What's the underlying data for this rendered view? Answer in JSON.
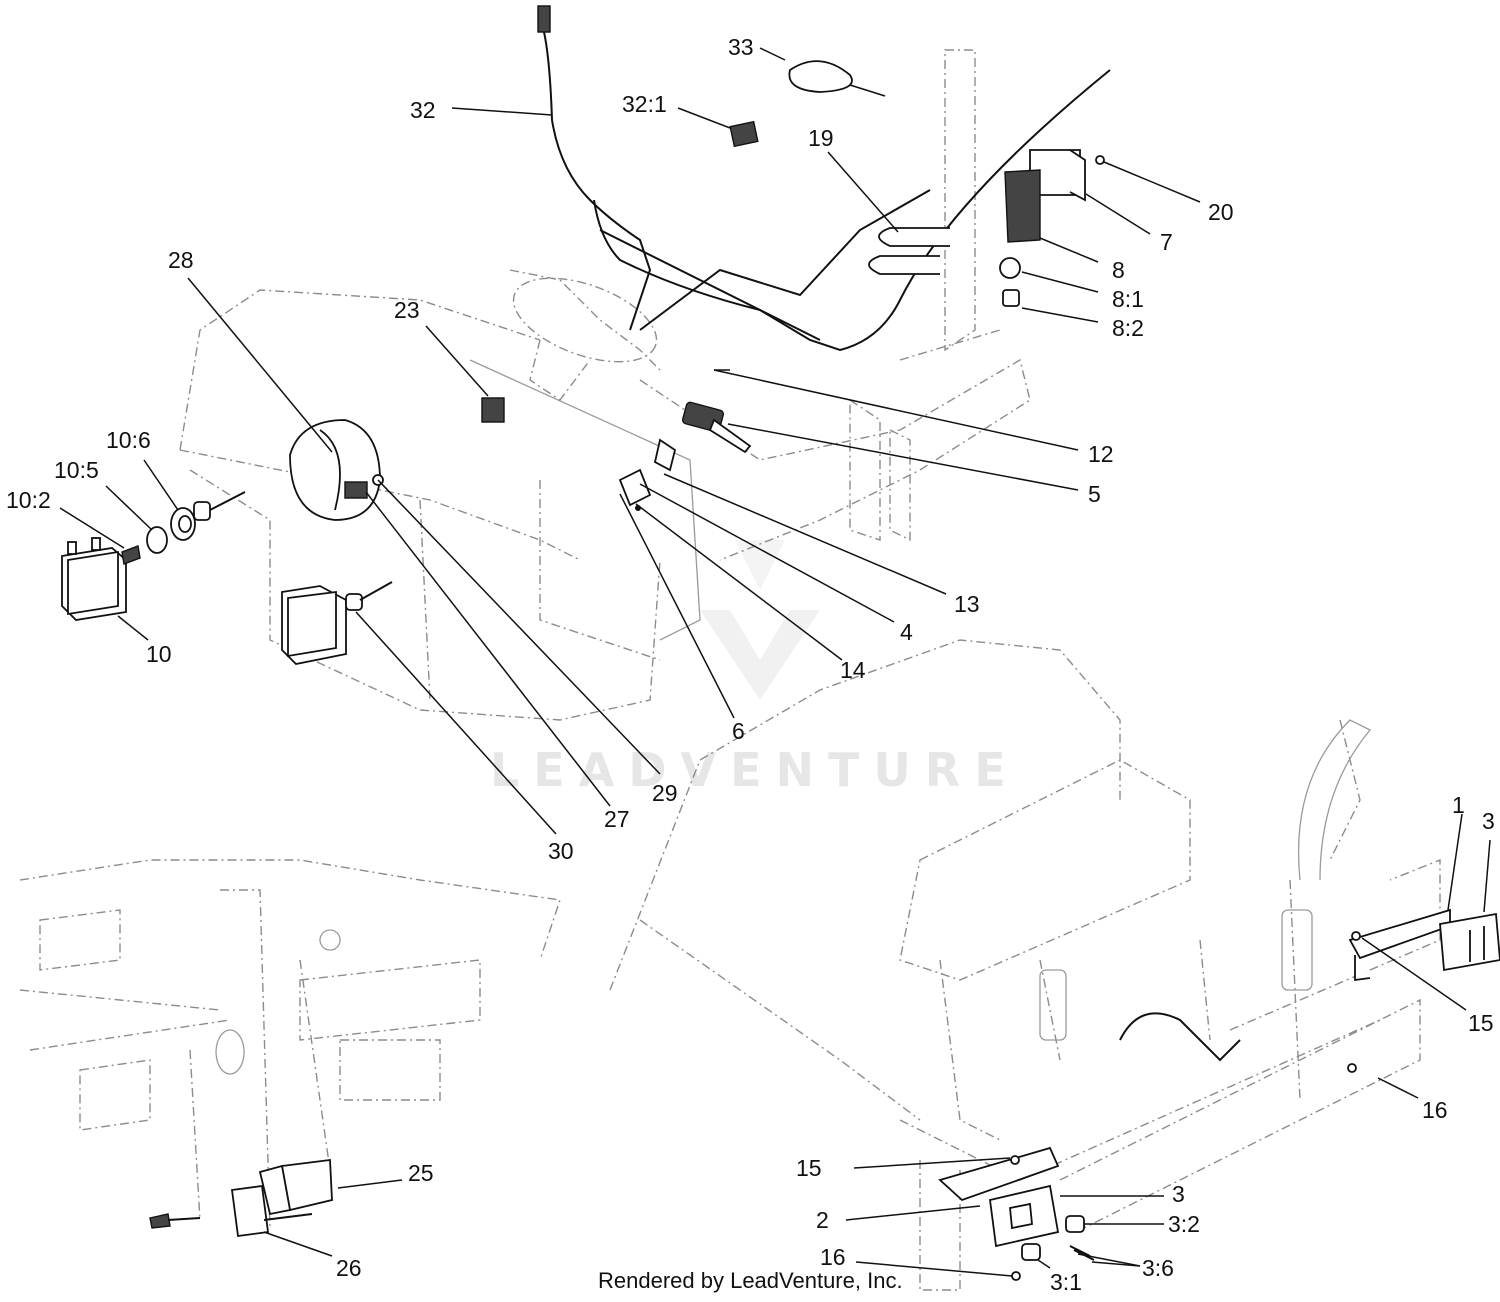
{
  "watermark": "LEADVENTURE",
  "footer": "Rendered by LeadVenture, Inc.",
  "callouts": {
    "c32": "32",
    "c33": "33",
    "c32_1": "32:1",
    "c19": "19",
    "c20": "20",
    "c7": "7",
    "c8": "8",
    "c8_1": "8:1",
    "c8_2": "8:2",
    "c28": "28",
    "c23": "23",
    "c12": "12",
    "c5": "5",
    "c10_6": "10:6",
    "c10_5": "10:5",
    "c10_2": "10:2",
    "c10": "10",
    "c13": "13",
    "c4": "4",
    "c14": "14",
    "c6": "6",
    "c29": "29",
    "c27": "27",
    "c30": "30",
    "c1": "1",
    "c3a": "3",
    "c15a": "15",
    "c16a": "16",
    "c25": "25",
    "c26": "26",
    "c15b": "15",
    "c3b": "3",
    "c2": "2",
    "c3_2": "3:2",
    "c16b": "16",
    "c3_6": "3:6",
    "c3_1": "3:1"
  }
}
